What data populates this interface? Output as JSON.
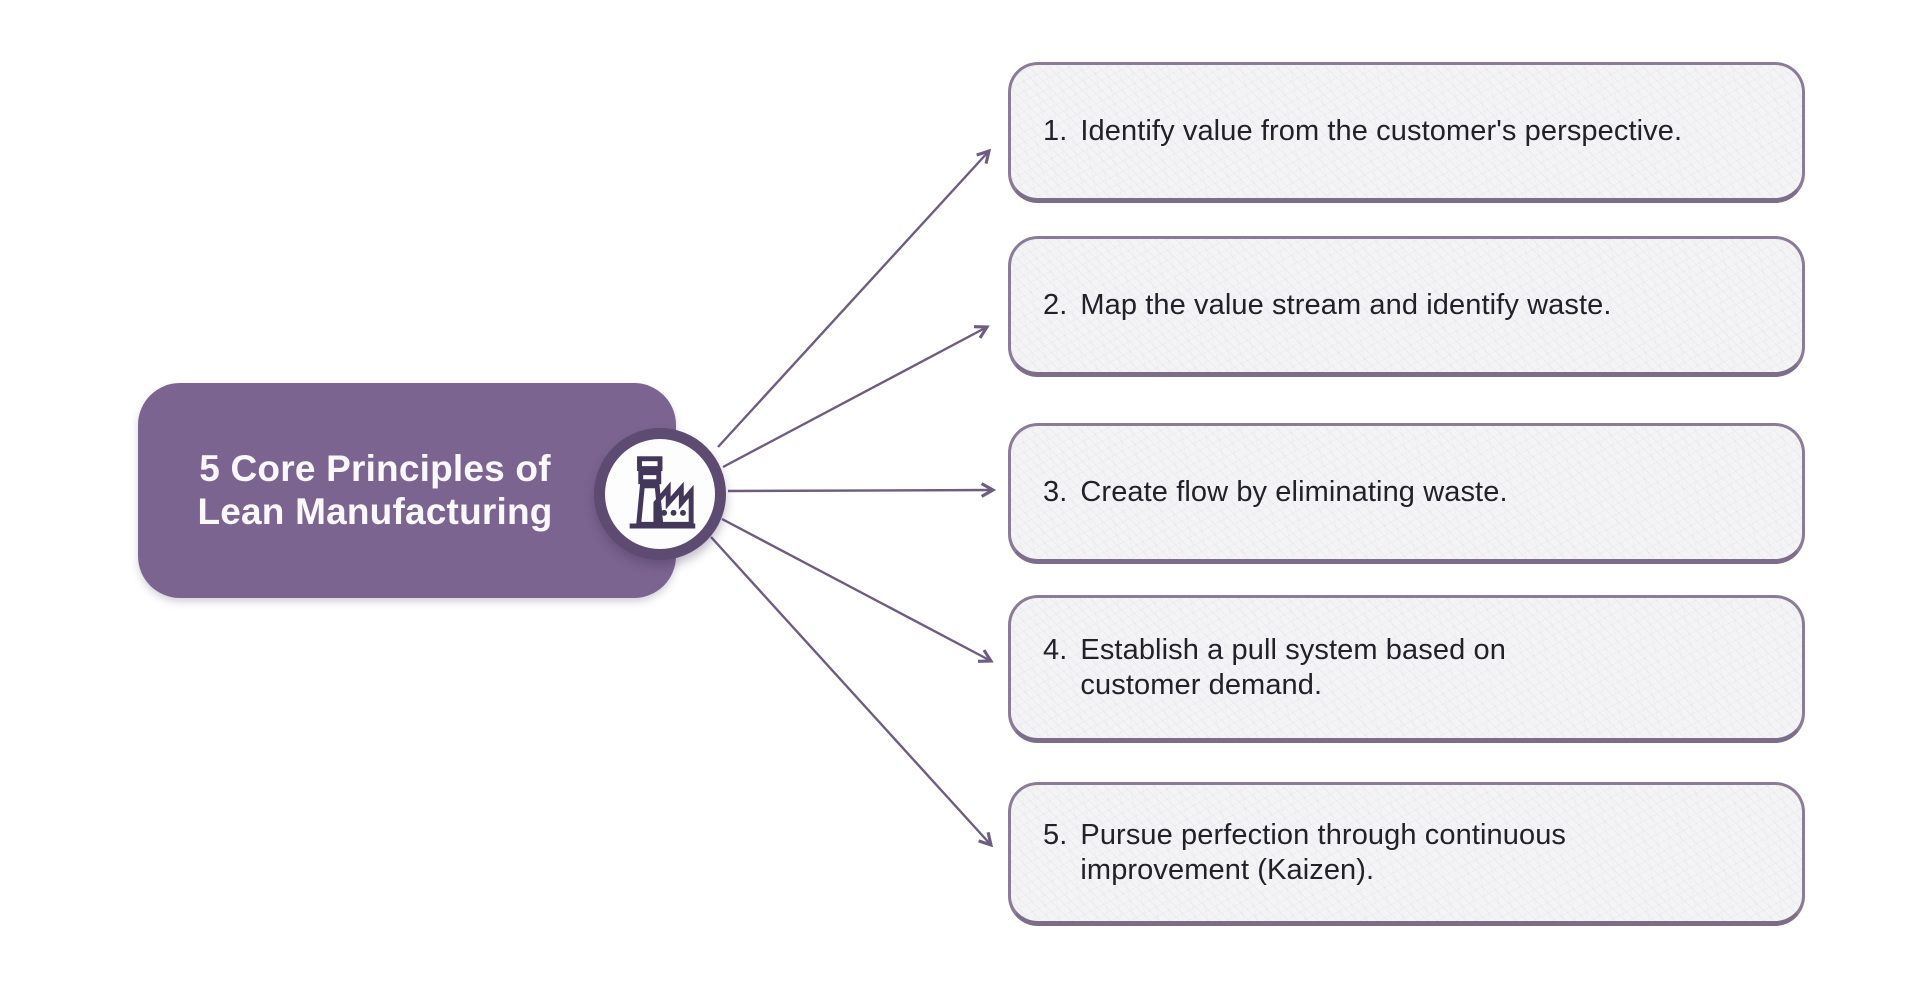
{
  "title": {
    "text": "5 Core Principles of\nLean Manufacturing"
  },
  "hub": {
    "icon": "factory-icon"
  },
  "principles": [
    {
      "number": "1.",
      "text": "Identify value from the customer's perspective."
    },
    {
      "number": "2.",
      "text": "Map the value stream and identify waste."
    },
    {
      "number": "3.",
      "text": "Create flow by eliminating waste."
    },
    {
      "number": "4.",
      "text": "Establish a pull system based on\ncustomer demand."
    },
    {
      "number": "5.",
      "text": "Pursue perfection through continuous\nimprovement (Kaizen)."
    }
  ],
  "colors": {
    "title_card_fill": "#7b6590",
    "title_text": "#faf8fb",
    "hub_ring": "#5d4b72",
    "hub_fill": "#fdfdfe",
    "factory_icon": "#44385a",
    "arrow": "#6d5d7e",
    "box_fill": "#f4f3f5",
    "box_border": "#8a7c97",
    "box_text": "#222127",
    "background": "#ffffff"
  }
}
